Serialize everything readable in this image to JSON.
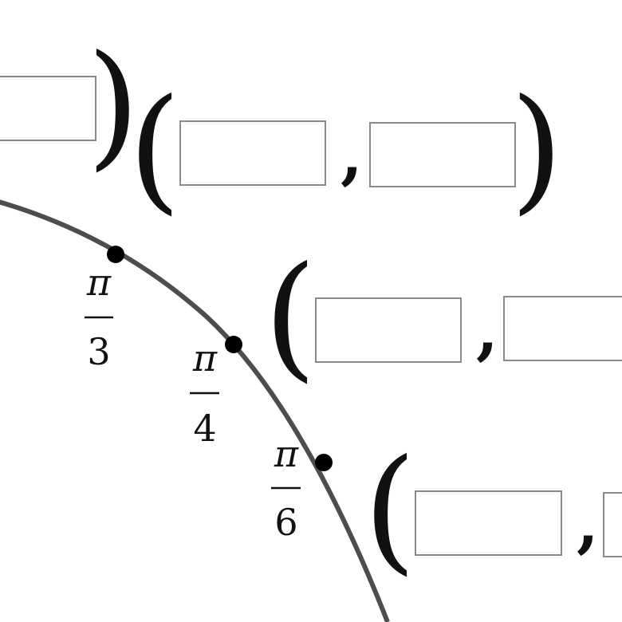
{
  "diagram": {
    "arc_color": "#4d4d4d",
    "point_color": "#000000",
    "box_border_color": "#8a8a8a"
  },
  "angles": [
    {
      "numerator": "π",
      "denominator": "3"
    },
    {
      "numerator": "π",
      "denominator": "4"
    },
    {
      "numerator": "π",
      "denominator": "6"
    }
  ],
  "coordinate_inputs": {
    "top": {
      "x_value": "",
      "y_value": ""
    },
    "pi_over_3": {
      "x_value": "",
      "y_value": ""
    },
    "pi_over_4": {
      "x_value": "",
      "y_value": ""
    },
    "pi_over_6": {
      "x_value": "",
      "y_value": ""
    }
  },
  "punctuation": {
    "open_paren": "(",
    "close_paren": ")",
    "comma": ","
  }
}
